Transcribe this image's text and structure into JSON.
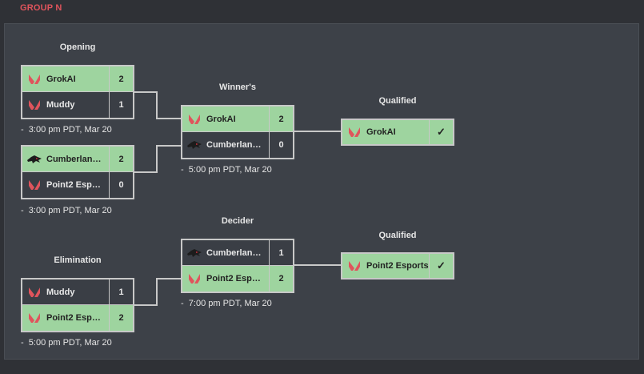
{
  "group_title": "GROUP N",
  "rounds": {
    "opening": "Opening",
    "winners": "Winner's",
    "qualified_top": "Qualified",
    "decider": "Decider",
    "qualified_bottom": "Qualified",
    "elimination": "Elimination"
  },
  "matches": {
    "opening1": {
      "team1": {
        "name": "GrokAI",
        "score": "2",
        "logo": "valorant-logo"
      },
      "team2": {
        "name": "Muddy",
        "score": "1",
        "logo": "valorant-logo"
      },
      "time": "3:00 pm PDT, Mar 20"
    },
    "opening2": {
      "team1": {
        "name": "Cumberland ...",
        "score": "2",
        "logo": "cumberland-logo"
      },
      "team2": {
        "name": "Point2 Esports",
        "score": "0",
        "logo": "valorant-logo"
      },
      "time": "3:00 pm PDT, Mar 20"
    },
    "winners": {
      "team1": {
        "name": "GrokAI",
        "score": "2",
        "logo": "valorant-logo"
      },
      "team2": {
        "name": "Cumberland ...",
        "score": "0",
        "logo": "cumberland-logo"
      },
      "time": "5:00 pm PDT, Mar 20"
    },
    "elimination": {
      "team1": {
        "name": "Muddy",
        "score": "1",
        "logo": "valorant-logo"
      },
      "team2": {
        "name": "Point2 Esports",
        "score": "2",
        "logo": "valorant-logo"
      },
      "time": "5:00 pm PDT, Mar 20"
    },
    "decider": {
      "team1": {
        "name": "Cumberland ...",
        "score": "1",
        "logo": "cumberland-logo"
      },
      "team2": {
        "name": "Point2 Esports",
        "score": "2",
        "logo": "valorant-logo"
      },
      "time": "7:00 pm PDT, Mar 20"
    }
  },
  "qualified": {
    "top": {
      "name": "GrokAI",
      "mark": "✓"
    },
    "bottom": {
      "name": "Point2 Esports",
      "mark": "✓"
    }
  },
  "time_prefix": "-",
  "colors": {
    "win": "#9ed49f",
    "accent": "#e0545c",
    "border": "#c8c8c8"
  }
}
